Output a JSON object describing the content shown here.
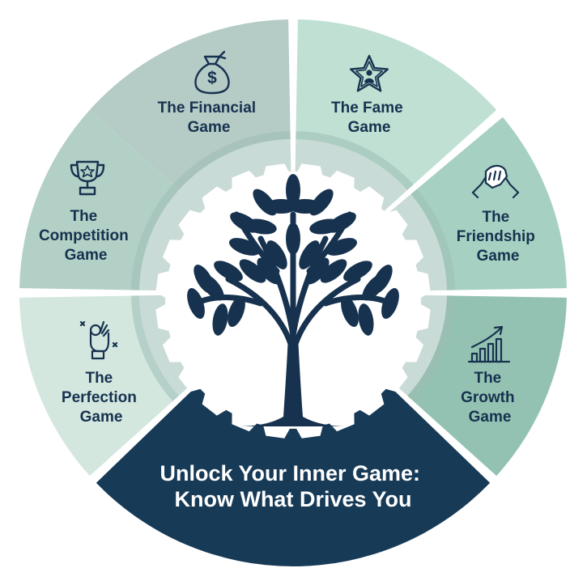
{
  "segments": [
    {
      "key": "financial",
      "lines": [
        "The Financial",
        "Game"
      ],
      "icon": "money-bag-icon",
      "color": "#b5cbc6"
    },
    {
      "key": "fame",
      "lines": [
        "The Fame",
        "Game"
      ],
      "icon": "star-person-icon",
      "color": "#bfe0d3"
    },
    {
      "key": "friendship",
      "lines": [
        "The",
        "Friendship",
        "Game"
      ],
      "icon": "handshake-icon",
      "color": "#a6d1c2"
    },
    {
      "key": "growth",
      "lines": [
        "The",
        "Growth",
        "Game"
      ],
      "icon": "growth-chart-icon",
      "color": "#94c2b2"
    },
    {
      "key": "perfection",
      "lines": [
        "The",
        "Perfection",
        "Game"
      ],
      "icon": "ok-hand-icon",
      "color": "#d3e7df"
    },
    {
      "key": "competition",
      "lines": [
        "The",
        "Competition",
        "Game"
      ],
      "icon": "trophy-icon",
      "color": "#b3d0c7"
    }
  ],
  "center": {
    "lines": [
      "Unlock Your Inner Game:",
      "Know What Drives You"
    ],
    "color": "#173a57",
    "icon": "tree-icon"
  },
  "colors": {
    "ink": "#17324f",
    "inner_ring": "#9dbdb4",
    "hub": "#ffffff"
  }
}
